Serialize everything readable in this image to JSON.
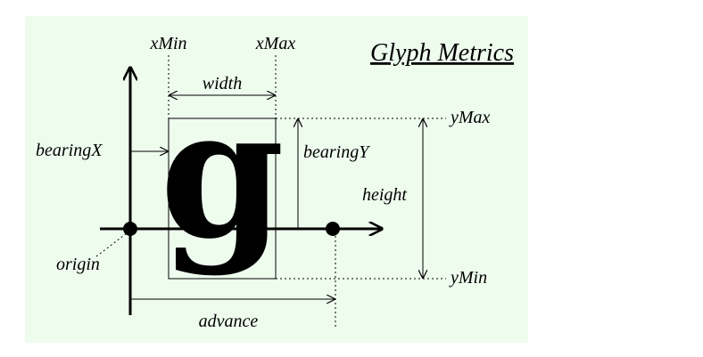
{
  "title": "Glyph Metrics",
  "glyph": "g",
  "labels": {
    "xmin": "xMin",
    "xmax": "xMax",
    "width": "width",
    "ymax": "yMax",
    "ymin": "yMin",
    "bearing_x": "bearingX",
    "bearing_y": "bearingY",
    "height": "height",
    "origin": "origin",
    "advance": "advance"
  },
  "colors": {
    "panel_background": "#eefcee",
    "page_background": "#ffffff",
    "ink": "#000000"
  }
}
